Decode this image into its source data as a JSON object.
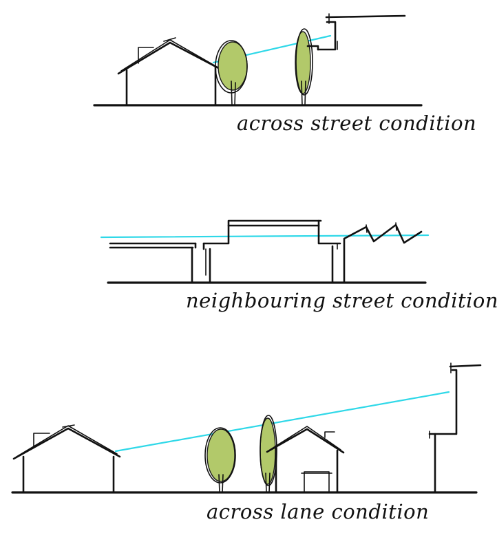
{
  "colors": {
    "ink": "#111111",
    "sightline": "#2fd8e8",
    "tree": "#b2c96a"
  },
  "sections": [
    {
      "id": "across-street",
      "caption": "across street condition"
    },
    {
      "id": "neighbouring-street",
      "caption": "neighbouring street condition"
    },
    {
      "id": "across-lane",
      "caption": "across lane condition"
    }
  ]
}
